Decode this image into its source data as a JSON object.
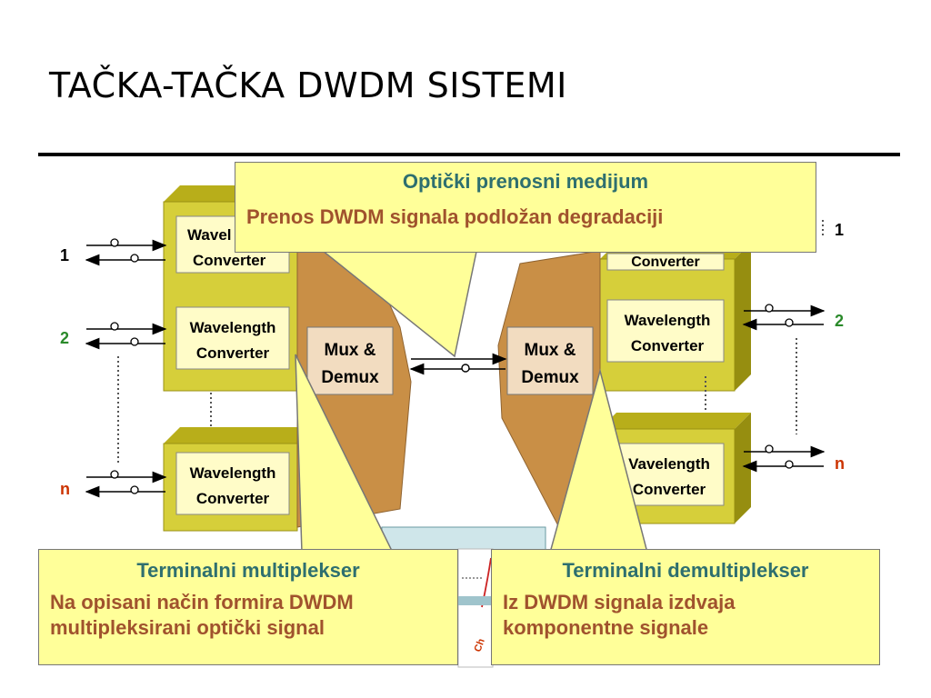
{
  "slide": {
    "title": "TAČKA-TAČKA DWDM SISTEMI"
  },
  "diagram": {
    "left_channels": [
      "1",
      "2",
      "n"
    ],
    "right_channels": [
      "1",
      "2",
      "n"
    ],
    "wavelength_converter": {
      "line1": "Wavelength",
      "line2": "Converter"
    },
    "wavelength_converter_partial_top_left": {
      "line1": "Wavel",
      "line2": "Converter"
    },
    "wavelength_converter_partial_top_right": {
      "line2": "Converter"
    },
    "wavelength_converter_partial_bottom_right": {
      "line1": "Vavelength",
      "line2": "Converter"
    },
    "mux": {
      "line1": "Mux &",
      "line2": "Demux"
    },
    "partial_axis_label": "Ch",
    "colors": {
      "cabinet_front": "#d6cf3a",
      "cabinet_top": "#b8ae1a",
      "cabinet_side": "#968e10",
      "converter_fill": "#fffcc8",
      "mux_body": "#c98f46",
      "mux_label": "#f2dcc0",
      "channel_green": "#2a8a2a",
      "channel_red": "#cc3300"
    }
  },
  "callouts": {
    "top": {
      "heading": "Optički prenosni medijum",
      "body": "Prenos DWDM signala podložan degradaciji"
    },
    "left": {
      "heading": "Terminalni multiplekser",
      "body_line1": "Na opisani način formira DWDM",
      "body_line2": "multipleksirani optički signal"
    },
    "right": {
      "heading": "Terminalni demultiplekser",
      "body_line1": "Iz DWDM signala izdvaja",
      "body_line2": "komponentne signale"
    }
  }
}
